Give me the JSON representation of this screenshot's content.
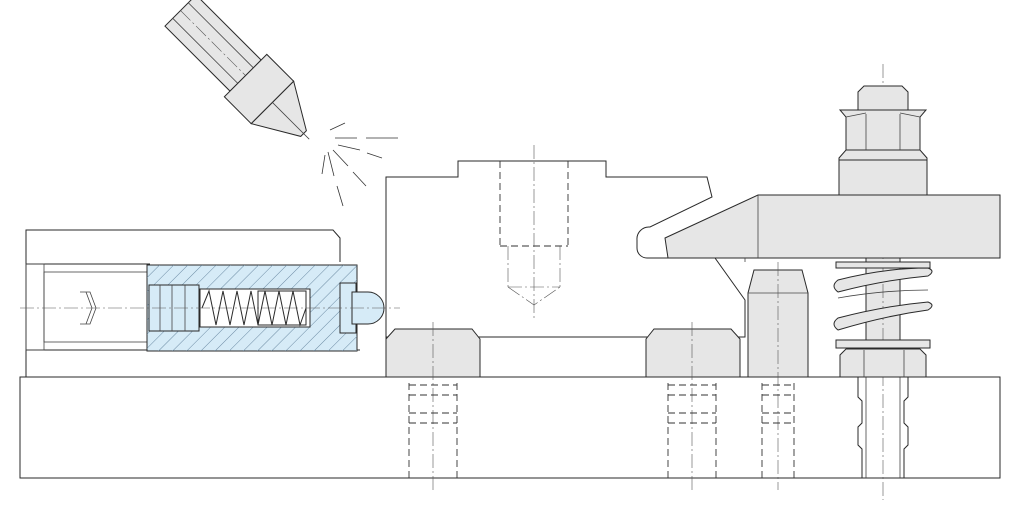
{
  "drawing": {
    "type": "technical assembly drawing (no printed labels)",
    "colors": {
      "outline": "#2a2a2a",
      "part_fill": "#e6e6e6",
      "highlight_fill": "#d6ebf7",
      "hatch": "#5f7f9a",
      "background": "#ffffff"
    },
    "components": [
      "base-plate",
      "workpiece",
      "spring-plunger",
      "strap-clamp",
      "clamp-stud-nut",
      "clamp-spring",
      "support-block",
      "heel-pin",
      "blowing-nozzle"
    ]
  }
}
